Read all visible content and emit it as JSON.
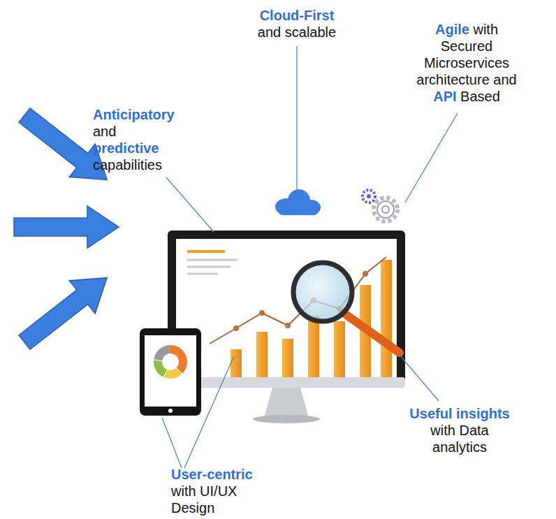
{
  "diagram": {
    "labels": [
      "Cloud-First",
      "and scalable",
      "Agile",
      "with Secured Microservices architecture and",
      "API",
      "Based",
      "Anticipatory",
      "and",
      "predictive",
      "capabilities",
      "Useful insights",
      "with Data analytics",
      "User-centric",
      "with UI/UX Design"
    ]
  }
}
